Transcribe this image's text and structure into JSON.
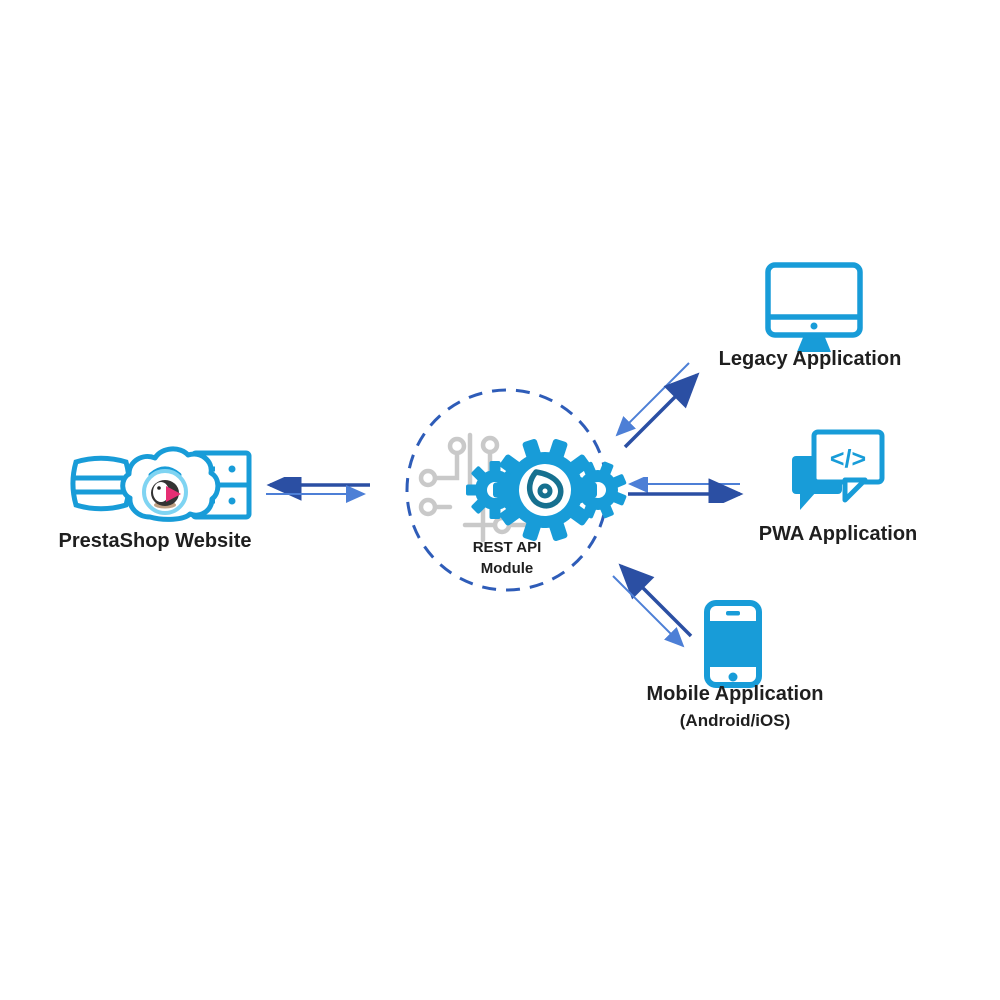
{
  "colors": {
    "icon-blue": "#189CD8",
    "logo-teal": "#16708F",
    "arrow-dark": "#2B4FA3",
    "arrow-light": "#4D7FD6",
    "hub-dash": "#2E5CB8",
    "circuit-gray": "#C9C9C9",
    "text-dark": "#1F1F1F",
    "mascot-pink": "#E62E73",
    "mascot-ring": "#7FD4F2",
    "mascot-body": "#333333",
    "mascot-base": "#BFA184"
  },
  "nodes": {
    "prestashop": {
      "label": "PrestaShop Website",
      "icon": "database-cloud-server-icon"
    },
    "hub": {
      "label_line1": "REST API",
      "label_line2": "Module",
      "icon": "gears-circuit-icon"
    },
    "legacy": {
      "label": "Legacy Application",
      "icon": "desktop-monitor-icon"
    },
    "pwa": {
      "label": "PWA Application",
      "icon": "code-chat-bubbles-icon",
      "code_glyph": "</>"
    },
    "mobile": {
      "label_line1": "Mobile Application",
      "label_line2": "(Android/iOS)",
      "icon": "smartphone-icon"
    }
  },
  "connections": [
    {
      "from": "hub",
      "to": "prestashop",
      "style": "bidirectional-pair"
    },
    {
      "from": "hub",
      "to": "legacy",
      "style": "bidirectional-pair"
    },
    {
      "from": "hub",
      "to": "pwa",
      "style": "bidirectional-pair"
    },
    {
      "from": "hub",
      "to": "mobile",
      "style": "bidirectional-pair"
    }
  ]
}
